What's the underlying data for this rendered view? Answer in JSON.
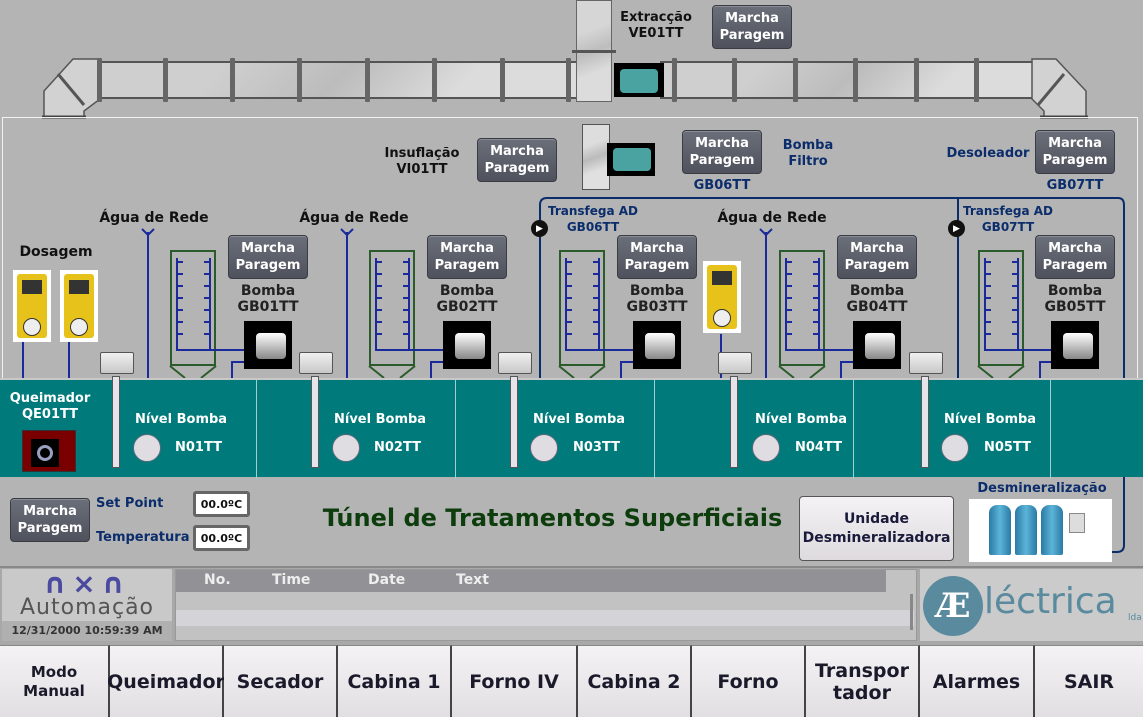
{
  "extraction": {
    "label_line1": "Extracção",
    "label_line2": "VE01TT",
    "button": {
      "line1": "Marcha",
      "line2": "Paragem"
    }
  },
  "insufflation": {
    "label_line1": "Insuflação",
    "label_line2": "VI01TT",
    "button": {
      "line1": "Marcha",
      "line2": "Paragem"
    }
  },
  "filter_pump": {
    "button": {
      "line1": "Marcha",
      "line2": "Paragem"
    },
    "id": "GB06TT",
    "label_line1": "Bomba",
    "label_line2": "Filtro"
  },
  "deoiler": {
    "label": "Desoleador",
    "button": {
      "line1": "Marcha",
      "line2": "Paragem"
    },
    "id": "GB07TT"
  },
  "dosing": {
    "label": "Dosagem"
  },
  "network_water": [
    {
      "label": "Água de Rede"
    },
    {
      "label": "Água de Rede"
    },
    {
      "label": "Água de Rede"
    }
  ],
  "transfers": [
    {
      "line1": "Transfega AD",
      "line2": "GB06TT",
      "icon": "play-icon"
    },
    {
      "line1": "Transfega AD",
      "line2": "GB07TT",
      "icon": "play-icon"
    }
  ],
  "pumps": [
    {
      "label_line1": "Bomba",
      "label_line2": "GB01TT",
      "button": {
        "line1": "Marcha",
        "line2": "Paragem"
      }
    },
    {
      "label_line1": "Bomba",
      "label_line2": "GB02TT",
      "button": {
        "line1": "Marcha",
        "line2": "Paragem"
      }
    },
    {
      "label_line1": "Bomba",
      "label_line2": "GB03TT",
      "button": {
        "line1": "Marcha",
        "line2": "Paragem"
      }
    },
    {
      "label_line1": "Bomba",
      "label_line2": "GB04TT",
      "button": {
        "line1": "Marcha",
        "line2": "Paragem"
      }
    },
    {
      "label_line1": "Bomba",
      "label_line2": "GB05TT",
      "button": {
        "line1": "Marcha",
        "line2": "Paragem"
      }
    }
  ],
  "burner": {
    "label_line1": "Queimador",
    "label_line2": "QE01TT"
  },
  "levels": [
    {
      "label": "Nível Bomba",
      "id": "N01TT"
    },
    {
      "label": "Nível Bomba",
      "id": "N02TT"
    },
    {
      "label": "Nível Bomba",
      "id": "N03TT"
    },
    {
      "label": "Nível Bomba",
      "id": "N04TT"
    },
    {
      "label": "Nível Bomba",
      "id": "N05TT"
    }
  ],
  "temperature_control": {
    "button": {
      "line1": "Marcha",
      "line2": "Paragem"
    },
    "setpoint_label": "Set Point",
    "setpoint_value": "00.0ºC",
    "temperature_label": "Temperatura",
    "temperature_value": "00.0ºC"
  },
  "title": "Túnel de Tratamentos Superficiais",
  "demineralization": {
    "button_line1": "Unidade",
    "button_line2": "Desmineralizadora",
    "label": "Desmineralização"
  },
  "alarm_table": {
    "columns": [
      "No.",
      "Time",
      "Date",
      "Text"
    ],
    "rows": []
  },
  "logo_left": {
    "mark": "∩×∩",
    "text": "Automação",
    "datetime": "12/31/2000 10:59:39 AM"
  },
  "logo_right": {
    "mark": "Æ",
    "text": "léctrica",
    "suffix": "lda"
  },
  "nav": [
    {
      "line1": "Modo",
      "line2": "Manual"
    },
    {
      "line1": "Queimador",
      "line2": ""
    },
    {
      "line1": "Secador",
      "line2": ""
    },
    {
      "line1": "Cabina 1",
      "line2": ""
    },
    {
      "line1": "Forno IV",
      "line2": ""
    },
    {
      "line1": "Cabina 2",
      "line2": ""
    },
    {
      "line1": "Forno",
      "line2": ""
    },
    {
      "line1": "Transpor",
      "line2": "tador"
    },
    {
      "line1": "Alarmes",
      "line2": ""
    },
    {
      "line1": "SAIR",
      "line2": ""
    }
  ],
  "colors": {
    "tank": "#007a7a",
    "pipe": "#0b2d6b",
    "title": "#0d3d0d",
    "button": "#5b5e68"
  }
}
